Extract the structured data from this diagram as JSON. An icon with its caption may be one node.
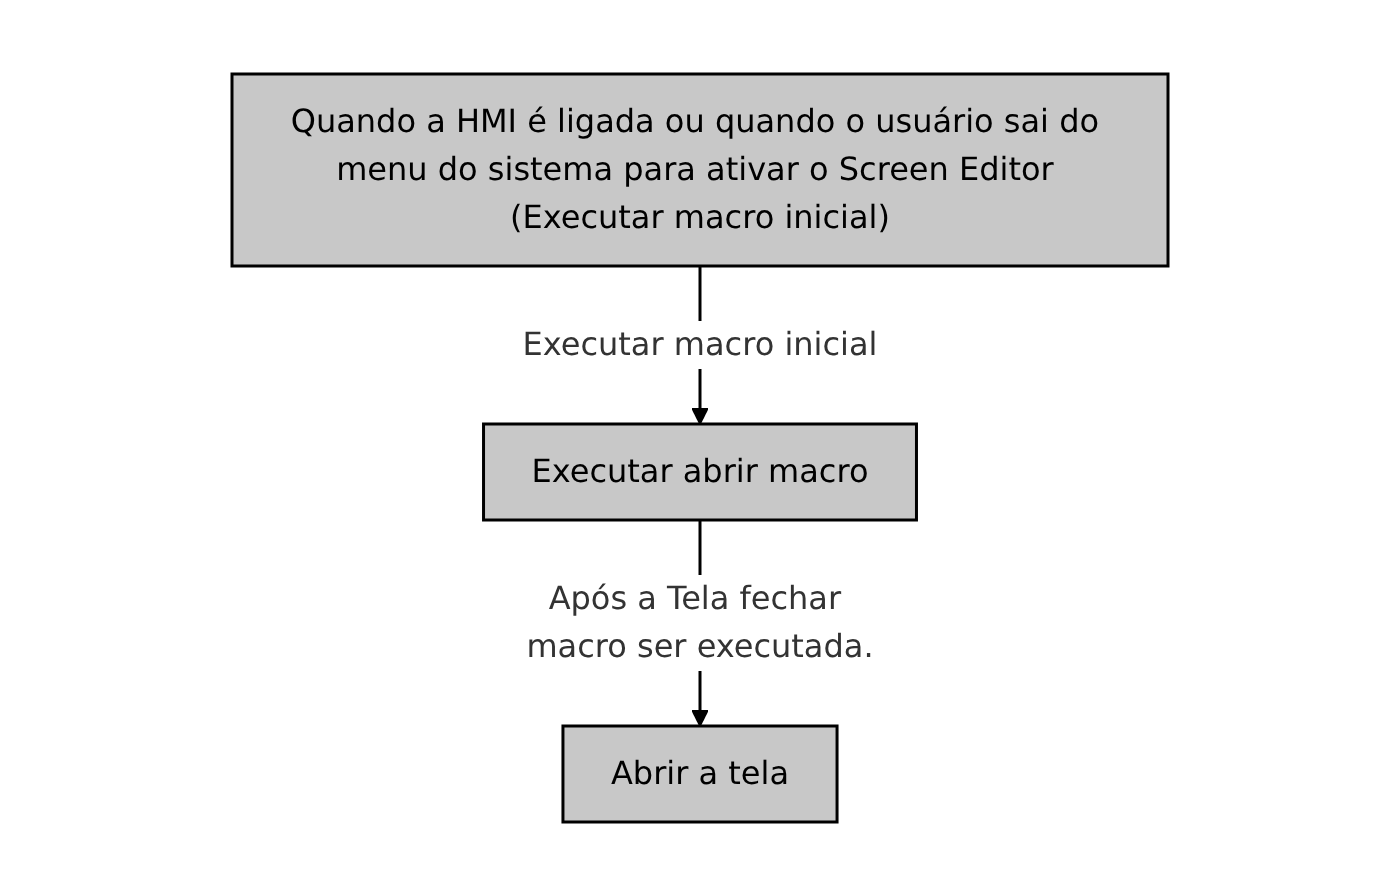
{
  "diagram": {
    "nodes": [
      {
        "text": [
          "Quando a HMI é ligada ou quando o usuário sai do menu do sistema para ativar o Screen Editor (Executar macro inicial)"
        ]
      },
      {
        "text": [
          "Executar abrir macro"
        ]
      },
      {
        "text": [
          "Abrir a tela"
        ]
      }
    ],
    "edges": [
      {
        "from": 0,
        "to": 1,
        "arrow": "to",
        "label": "Executar macro inicial"
      },
      {
        "from": 1,
        "to": 2,
        "arrow": "to",
        "label": "Após a Tela fechar macro ser executada."
      }
    ]
  }
}
